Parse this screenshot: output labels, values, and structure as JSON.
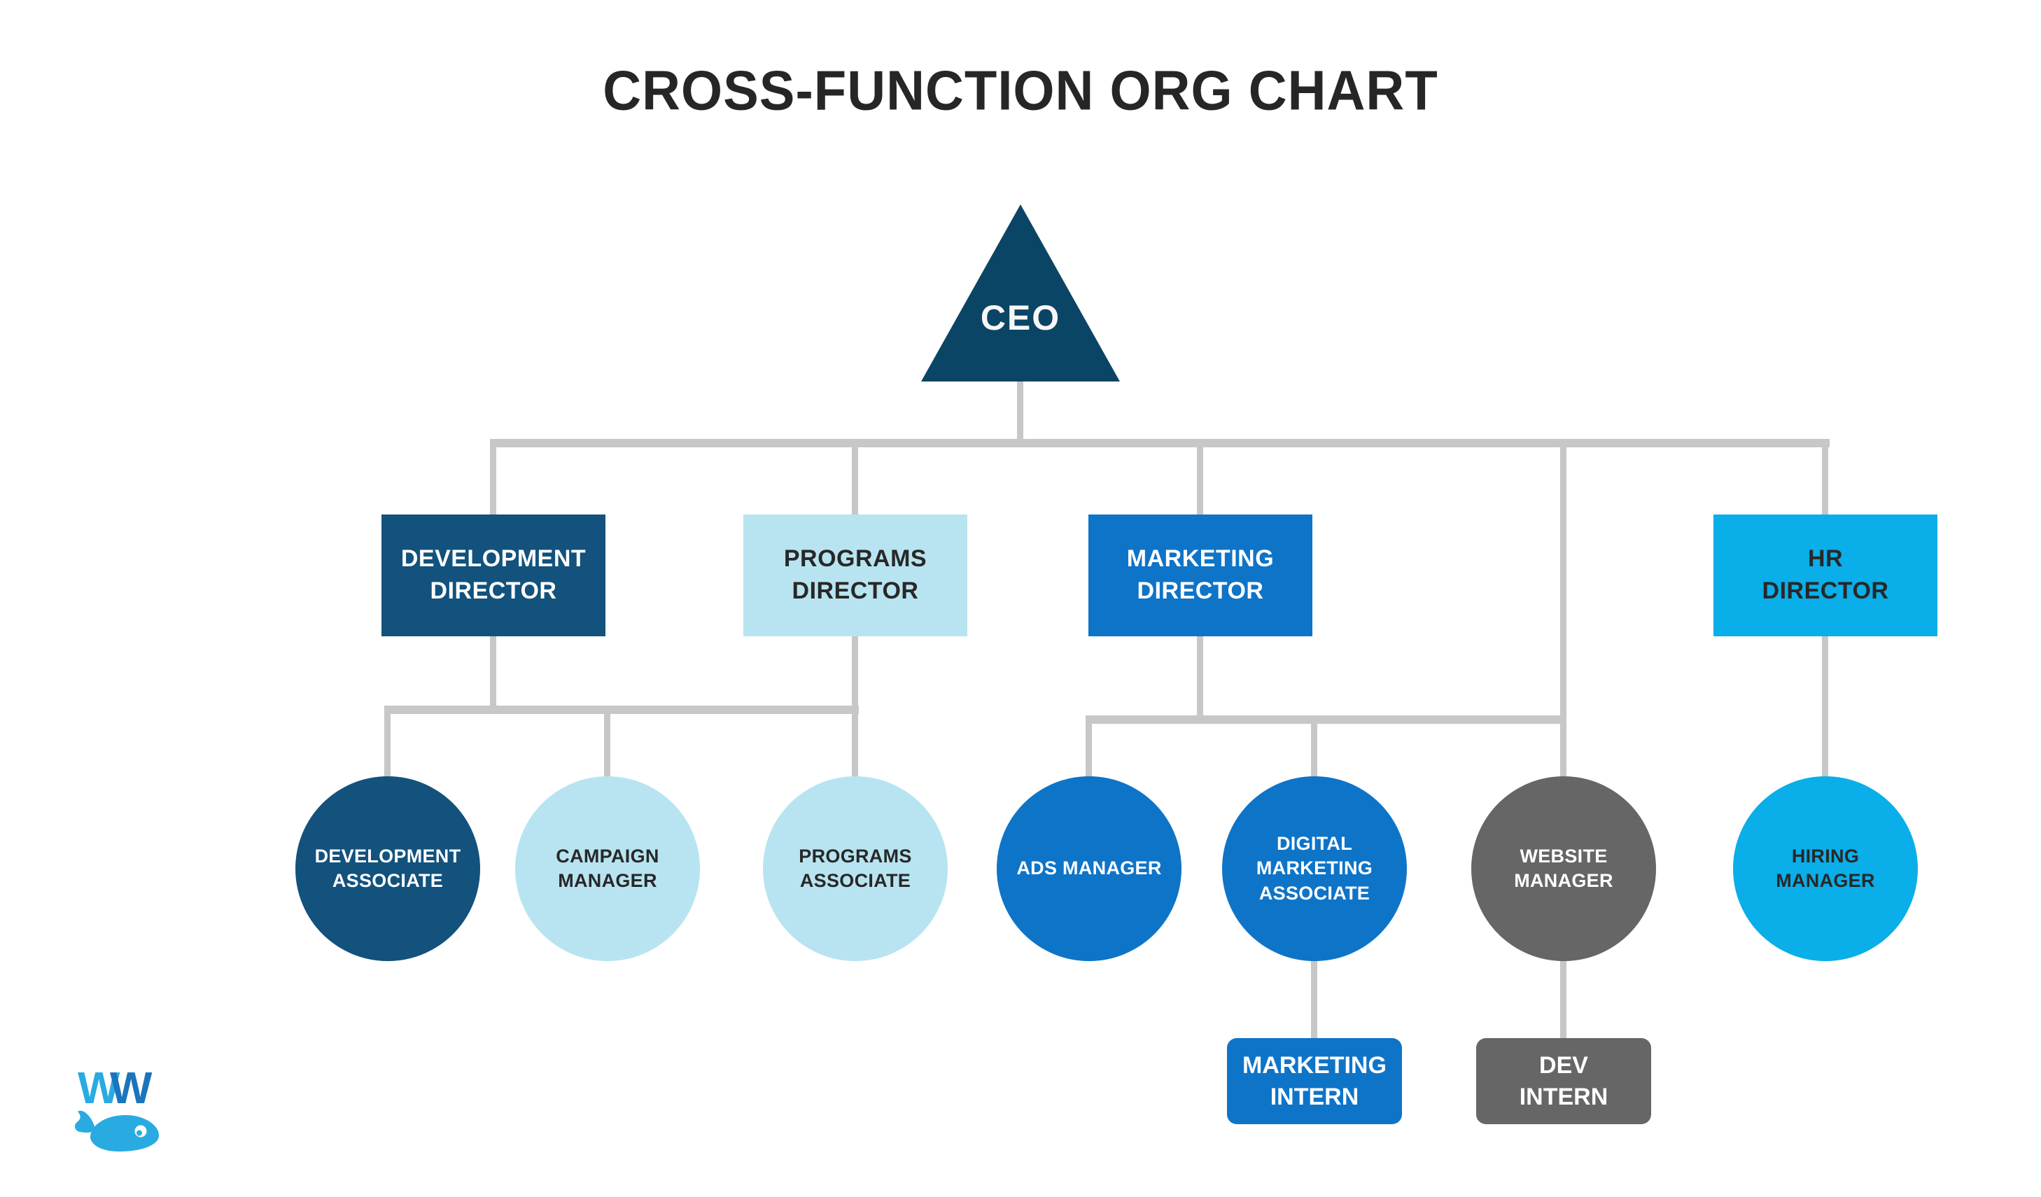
{
  "title": "CROSS-FUNCTION ORG CHART",
  "nodes": {
    "ceo": {
      "label": "CEO",
      "shape": "triangle",
      "color": "#0b4565",
      "text_color": "#ffffff"
    },
    "development_director": {
      "label": "DEVELOPMENT\nDIRECTOR",
      "shape": "rect",
      "color": "#12527d",
      "text_color": "#ffffff"
    },
    "programs_director": {
      "label": "PROGRAMS\nDIRECTOR",
      "shape": "rect",
      "color": "#b8e4f1",
      "text_color": "#282828"
    },
    "marketing_director": {
      "label": "MARKETING\nDIRECTOR",
      "shape": "rect",
      "color": "#0e74c8",
      "text_color": "#ffffff"
    },
    "hr_director": {
      "label": "HR\nDIRECTOR",
      "shape": "rect",
      "color": "#0aaee8",
      "text_color": "#282828"
    },
    "development_associate": {
      "label": "DEVELOPMENT\nASSOCIATE",
      "shape": "circle",
      "color": "#12527d",
      "text_color": "#ffffff"
    },
    "campaign_manager": {
      "label": "CAMPAIGN\nMANAGER",
      "shape": "circle",
      "color": "#b8e4f1",
      "text_color": "#282828"
    },
    "programs_associate": {
      "label": "PROGRAMS\nASSOCIATE",
      "shape": "circle",
      "color": "#b8e4f1",
      "text_color": "#282828"
    },
    "ads_manager": {
      "label": "ADS MANAGER",
      "shape": "circle",
      "color": "#0e74c8",
      "text_color": "#ffffff"
    },
    "digital_marketing_associate": {
      "label": "DIGITAL\nMARKETING\nASSOCIATE",
      "shape": "circle",
      "color": "#0e74c8",
      "text_color": "#ffffff"
    },
    "website_manager": {
      "label": "WEBSITE\nMANAGER",
      "shape": "circle",
      "color": "#666667",
      "text_color": "#ffffff"
    },
    "hiring_manager": {
      "label": "HIRING\nMANAGER",
      "shape": "circle",
      "color": "#0aaee8",
      "text_color": "#282828"
    },
    "marketing_intern": {
      "label": "MARKETING\nINTERN",
      "shape": "rounded-rect",
      "color": "#0e74c8",
      "text_color": "#ffffff"
    },
    "dev_intern": {
      "label": "DEV\nINTERN",
      "shape": "rounded-rect",
      "color": "#666667",
      "text_color": "#ffffff"
    }
  },
  "hierarchy": {
    "CEO": {
      "DEVELOPMENT DIRECTOR": {
        "DEVELOPMENT ASSOCIATE": {},
        "CAMPAIGN MANAGER": {}
      },
      "PROGRAMS DIRECTOR": {
        "PROGRAMS ASSOCIATE": {}
      },
      "MARKETING DIRECTOR": {
        "ADS MANAGER": {},
        "DIGITAL MARKETING ASSOCIATE": {
          "MARKETING INTERN": {}
        },
        "WEBSITE MANAGER": {
          "DEV INTERN": {}
        }
      },
      "HR DIRECTOR": {
        "HIRING MANAGER": {}
      }
    }
  },
  "logo": {
    "letter1": "W",
    "letter2": "W",
    "icon": "whale-icon"
  },
  "colors": {
    "background": "#ffffff",
    "title_text": "#262626",
    "connector": "#c7c7c7",
    "dark_navy": "#0b4565",
    "navy": "#12527d",
    "light_blue": "#b8e4f1",
    "blue": "#0e74c8",
    "cyan": "#0aaee8",
    "gray": "#666667",
    "logo_light_blue": "#29abe2",
    "logo_dark_blue": "#1b75bc"
  }
}
